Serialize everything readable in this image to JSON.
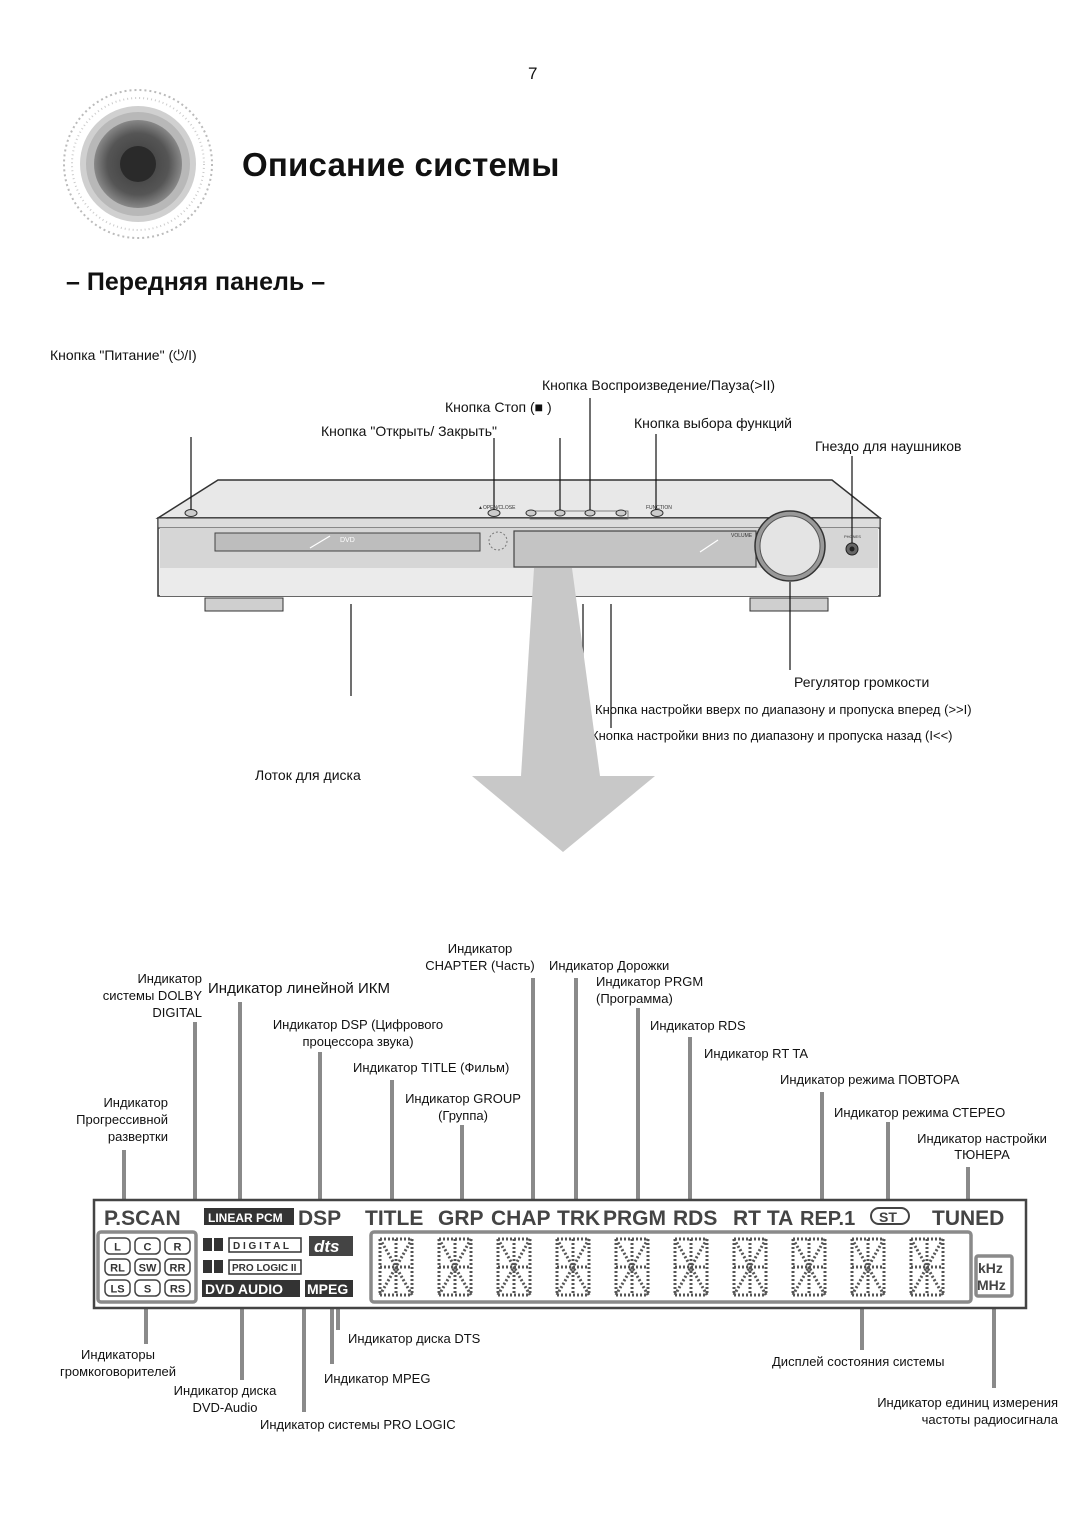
{
  "page_number": "7",
  "title": "Описание системы",
  "subtitle": "– Передняя панель –",
  "front_panel": {
    "power": "Кнопка \"Питание\" (⏻/I)",
    "play_pause": "Кнопка Воспроизведение/Пауза(>II)",
    "stop": "Кнопка Стоп (■ )",
    "open_close": "Кнопка \"Открыть/ Закрыть\"",
    "function": "Кнопка выбора функций",
    "headphones": "Гнездо для наушников",
    "volume": "Регулятор громкости",
    "tune_up": "Кнопка настройки вверх по диапазону и пропуска вперед (>>I)",
    "tune_down": "Кнопка настройки вниз по диапазону и пропуска назад (I<<)",
    "tray": "Лоток для диска",
    "device_open_close": "▲OPEN/CLOSE",
    "device_function": "FUNCTION",
    "device_volume": "VOLUME",
    "device_phones": "PHONES",
    "device_dvd": "DVD"
  },
  "display_labels": {
    "chapter_line1": "Индикатор",
    "chapter_line2": "CHAPTER (Часть)",
    "track": "Индикатор Дорожки",
    "dolby_line1": "Индикатор",
    "dolby_line2": "системы DOLBY",
    "dolby_line3": "DIGITAL",
    "lpcm": "Индикатор линейной ИКМ",
    "prgm_line1": "Индикатор PRGM",
    "prgm_line2": "(Программа)",
    "dsp_line1": "Индикатор DSP (Цифрового",
    "dsp_line2": "процессора звука)",
    "rds": "Индикатор RDS",
    "rtta": "Индикатор RT TA",
    "title_ind": "Индикатор TITLE (Фильм)",
    "repeat": "Индикатор режима ПОВТОРА",
    "pscan_line1": "Индикатор",
    "pscan_line2": "Прогрессивной",
    "pscan_line3": "развертки",
    "group_line1": "Индикатор GROUP",
    "group_line2": "(Группа)",
    "stereo": "Индикатор режима СТЕРЕО",
    "tuner_line1": "Индикатор настройки",
    "tuner_line2": "ТЮНЕРА",
    "dts": "Индикатор диска DTS",
    "speakers_line1": "Индикаторы",
    "speakers_line2": "громкоговорителей",
    "status": "Дисплей состояния системы",
    "mpeg": "Индикатор MPEG",
    "dvd_audio_line1": "Индикатор диска",
    "dvd_audio_line2": "DVD-Audio",
    "units_line1": "Индикатор единиц измерения",
    "units_line2": "частоты радиосигнала",
    "pro_logic": "Индикатор системы PRO LOGIC"
  },
  "display": {
    "pscan": "P.SCAN",
    "linear_pcm": "LINEAR PCM",
    "dsp": "DSP",
    "title": "TITLE",
    "grp": "GRP",
    "chap": "CHAP",
    "trk": "TRK",
    "prgm": "PRGM",
    "rds": "RDS",
    "rtta": "RT TA",
    "rep": "REP.1",
    "st": "ST",
    "tuned": "TUNED",
    "digital": "D I G I T A L",
    "pro_logic": "PRO LOGIC II",
    "dvd_audio": "DVD AUDIO",
    "mpeg": "MPEG",
    "dts": "dts",
    "khz": "kHz",
    "mhz": "MHz",
    "speakers": [
      "L",
      "C",
      "R",
      "RL",
      "SW",
      "RR",
      "LS",
      "S",
      "RS"
    ]
  }
}
